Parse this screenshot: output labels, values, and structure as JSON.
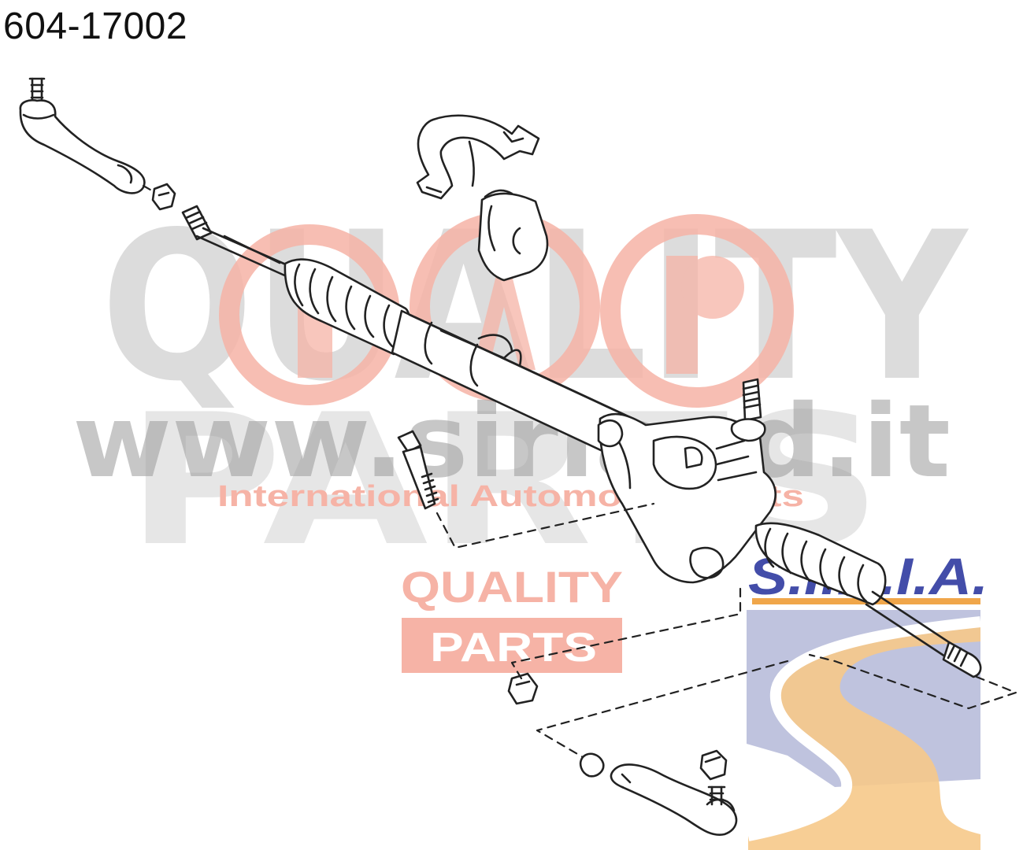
{
  "header": {
    "part_number": "604-17002"
  },
  "watermark": {
    "quality_word": "QUALITY",
    "parts_word": "PARTS",
    "url": "www.siriapd.it",
    "tagline": "International Automotive Parts",
    "badge_quality": "QUALITY",
    "badge_parts": "PARTS",
    "brand_logo_text": "S.I.R.I.A.",
    "colors": {
      "grey": "#d4d4d4",
      "salmon": "#f6b3a6",
      "brand_blue": "#2f3aa0",
      "brand_orange": "#f0a64a"
    }
  },
  "diagram": {
    "line_color": "#222222",
    "components": [
      "left-tie-rod-end-icon",
      "left-nut-icon",
      "left-inner-tie-rod-icon",
      "left-boot-icon",
      "rack-housing-icon",
      "mount-clamp-icon",
      "mount-bushing-icon",
      "pinion-valve-icon",
      "mount-bolt-icon",
      "right-boot-icon",
      "right-inner-tie-rod-icon",
      "jam-nut-icon",
      "right-tie-rod-end-icon",
      "castle-nut-icon",
      "grease-boot-icon"
    ]
  }
}
